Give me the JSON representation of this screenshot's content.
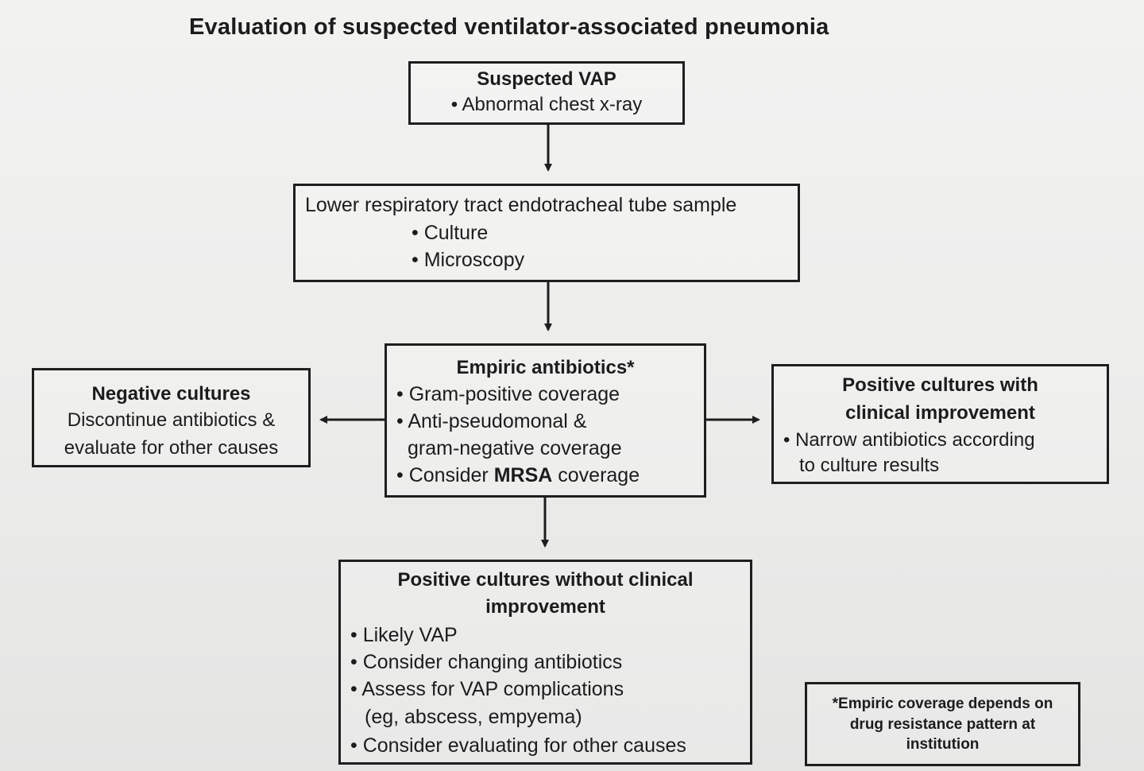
{
  "title": "Evaluation of suspected ventilator-associated pneumonia",
  "suspected": {
    "heading": "Suspected VAP",
    "item": "• Abnormal chest x-ray"
  },
  "sample": {
    "heading": "Lower respiratory tract endotracheal tube sample",
    "items": [
      "• Culture",
      "• Microscopy"
    ]
  },
  "empiric": {
    "heading": "Empiric antibiotics*",
    "items": [
      "• Gram-positive coverage",
      "• Anti-pseudomonal &",
      "gram-negative coverage"
    ],
    "mrsa_prefix": "• Consider ",
    "mrsa_bold": "MRSA",
    "mrsa_suffix": " coverage"
  },
  "negative": {
    "heading": "Negative cultures",
    "lines": [
      "Discontinue antibiotics &",
      "evaluate for other causes"
    ]
  },
  "positive_improve": {
    "heading_lines": [
      "Positive cultures with",
      "clinical improvement"
    ],
    "lines": [
      "• Narrow antibiotics according",
      "to culture results"
    ]
  },
  "positive_no_improve": {
    "heading_lines": [
      "Positive cultures without clinical",
      "improvement"
    ],
    "items": [
      "• Likely VAP",
      "• Consider changing antibiotics",
      "• Assess for VAP complications",
      "(eg, abscess, empyema)",
      "• Consider evaluating for other causes"
    ]
  },
  "footnote": {
    "lines": [
      "*Empiric coverage depends on",
      "drug resistance pattern at",
      "institution"
    ]
  }
}
